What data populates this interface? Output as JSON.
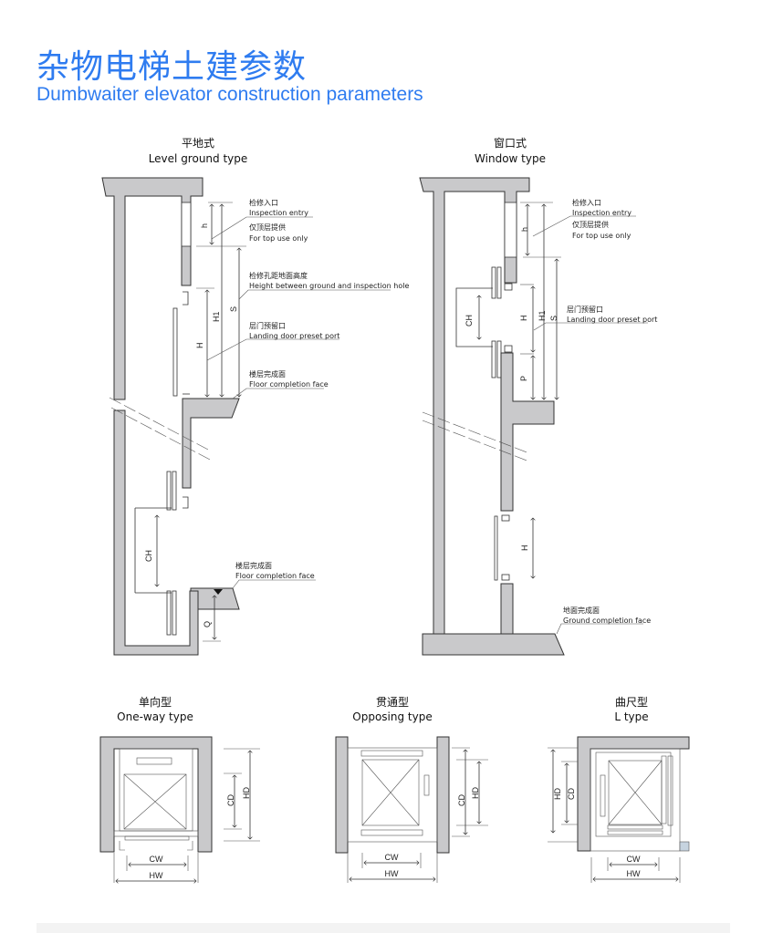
{
  "header": {
    "title_cn": "杂物电梯土建参数",
    "title_en": "Dumbwaiter elevator construction parameters"
  },
  "level_ground": {
    "title_cn": "平地式",
    "title_en": "Level ground type",
    "labels": {
      "inspection_cn": "检修入口",
      "inspection_en": "Inspection entry",
      "top_only_cn": "仅顶层提供",
      "top_only_en": "For top use only",
      "height_cn": "检修孔距地面高度",
      "height_en": "Height between ground and inspection hole",
      "landing_cn": "层门预留口",
      "landing_en": "Landing door preset port",
      "floor_cn": "楼层完成面",
      "floor_en": "Floor completion face",
      "floor2_cn": "楼层完成面",
      "floor2_en": "Floor completion face"
    },
    "dims": {
      "h": "h",
      "H1": "H1",
      "S": "S",
      "H": "H",
      "CH": "CH",
      "Q": "Q"
    }
  },
  "window": {
    "title_cn": "窗口式",
    "title_en": "Window type",
    "labels": {
      "inspection_cn": "检修入口",
      "inspection_en": "Inspection entry",
      "top_only_cn": "仅顶层提供",
      "top_only_en": "For top use only",
      "landing_cn": "层门预留口",
      "landing_en": "Landing door preset port",
      "ground_cn": "地面完成面",
      "ground_en": "Ground completion face"
    },
    "dims": {
      "h": "h",
      "H1": "H1",
      "S": "S",
      "H": "H",
      "CH": "CH",
      "P": "P",
      "H_lower": "H"
    }
  },
  "plans": [
    {
      "title_cn": "单向型",
      "title_en": "One-way type",
      "CW": "CW",
      "HW": "HW",
      "CD": "CD",
      "HD": "HD"
    },
    {
      "title_cn": "贯通型",
      "title_en": "Opposing type",
      "CW": "CW",
      "HW": "HW",
      "CD": "CD",
      "HD": "HD"
    },
    {
      "title_cn": "曲尺型",
      "title_en": "L type",
      "CW": "CW",
      "HW": "HW",
      "CD": "CD",
      "HD": "HD"
    }
  ],
  "colors": {
    "title": "#2f7cf0",
    "wall": "#c9c9cb"
  }
}
